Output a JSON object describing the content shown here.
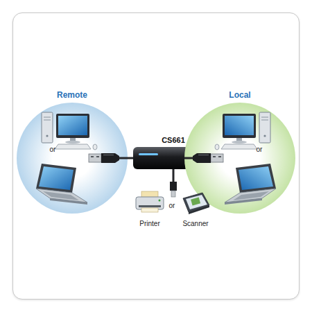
{
  "diagram": {
    "nodes": [
      {
        "text": [
          "Remote"
        ]
      },
      {
        "text": [
          "CS661"
        ]
      },
      {
        "text": [
          "Local"
        ]
      }
    ],
    "edges": [
      {
        "from": 0,
        "to": 1,
        "arrow": "none"
      },
      {
        "from": 1,
        "to": 2,
        "arrow": "none"
      }
    ],
    "labels": [
      "or",
      "or",
      "or",
      "Printer",
      "Scanner"
    ]
  }
}
